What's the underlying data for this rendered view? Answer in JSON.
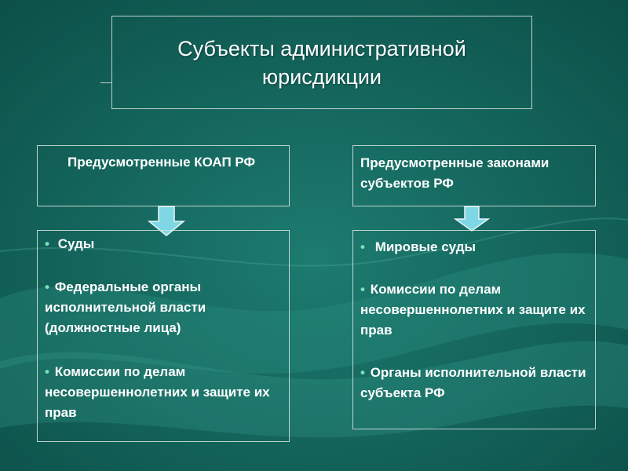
{
  "title": "Субъекты административной юрисдикции",
  "left": {
    "header": "Предусмотренные КОАП РФ",
    "items": [
      "Суды",
      "Федеральные органы исполнительной власти (должностные лица)",
      "Комиссии по делам несовершеннолетних и защите их прав"
    ]
  },
  "right": {
    "header": "Предусмотренные законами субъектов РФ",
    "items": [
      "Мировые суды",
      "Комиссии по делам несовершеннолетних и защите их прав",
      "Органы исполнительной власти субъекта РФ"
    ]
  },
  "colors": {
    "background": "#0f5e55",
    "bullet": "#7be3b9",
    "arrow_fill": "#7fd6e4",
    "border": "#dce6e1"
  }
}
